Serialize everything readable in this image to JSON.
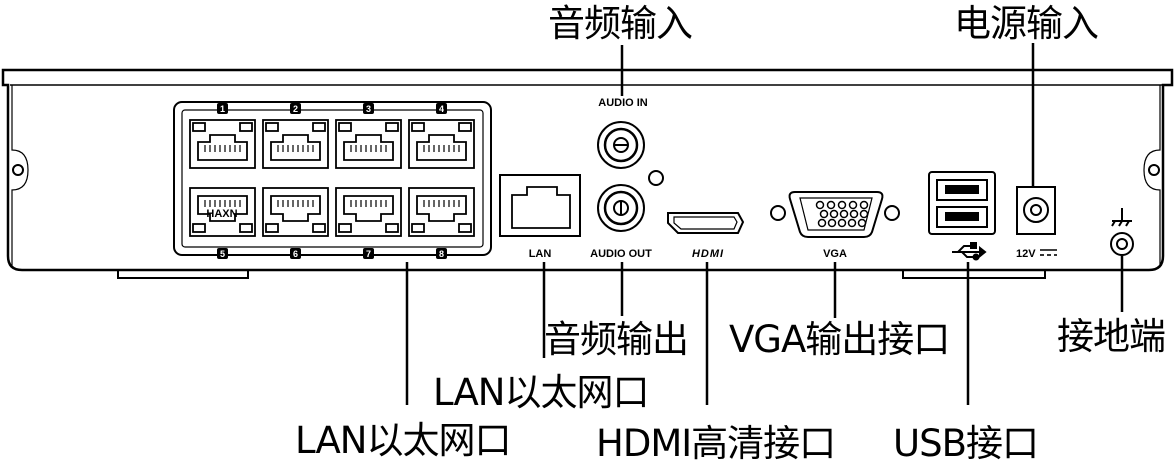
{
  "callouts": {
    "audio_in": "音频输入",
    "power_in": "电源输入",
    "audio_out": "音频输出",
    "vga": "VGA输出接口",
    "ground": "接地端",
    "lan_upper": "LAN以太网口",
    "lan_lower": "LAN以太网口",
    "hdmi": "HDMI高清接口",
    "usb": "USB接口"
  },
  "panel": {
    "audio_in": "AUDIO IN",
    "audio_out": "AUDIO OUT",
    "lan": "LAN",
    "hdmi": "HDMI",
    "vga": "VGA",
    "power": "12V",
    "poe_badge": "HAXN",
    "port_numbers_top": [
      "1",
      "2",
      "3",
      "4"
    ],
    "port_numbers_bottom": [
      "5",
      "6",
      "7",
      "8"
    ]
  },
  "icons": [
    "usb-icon",
    "ground-icon",
    "dc-symbol-icon"
  ]
}
